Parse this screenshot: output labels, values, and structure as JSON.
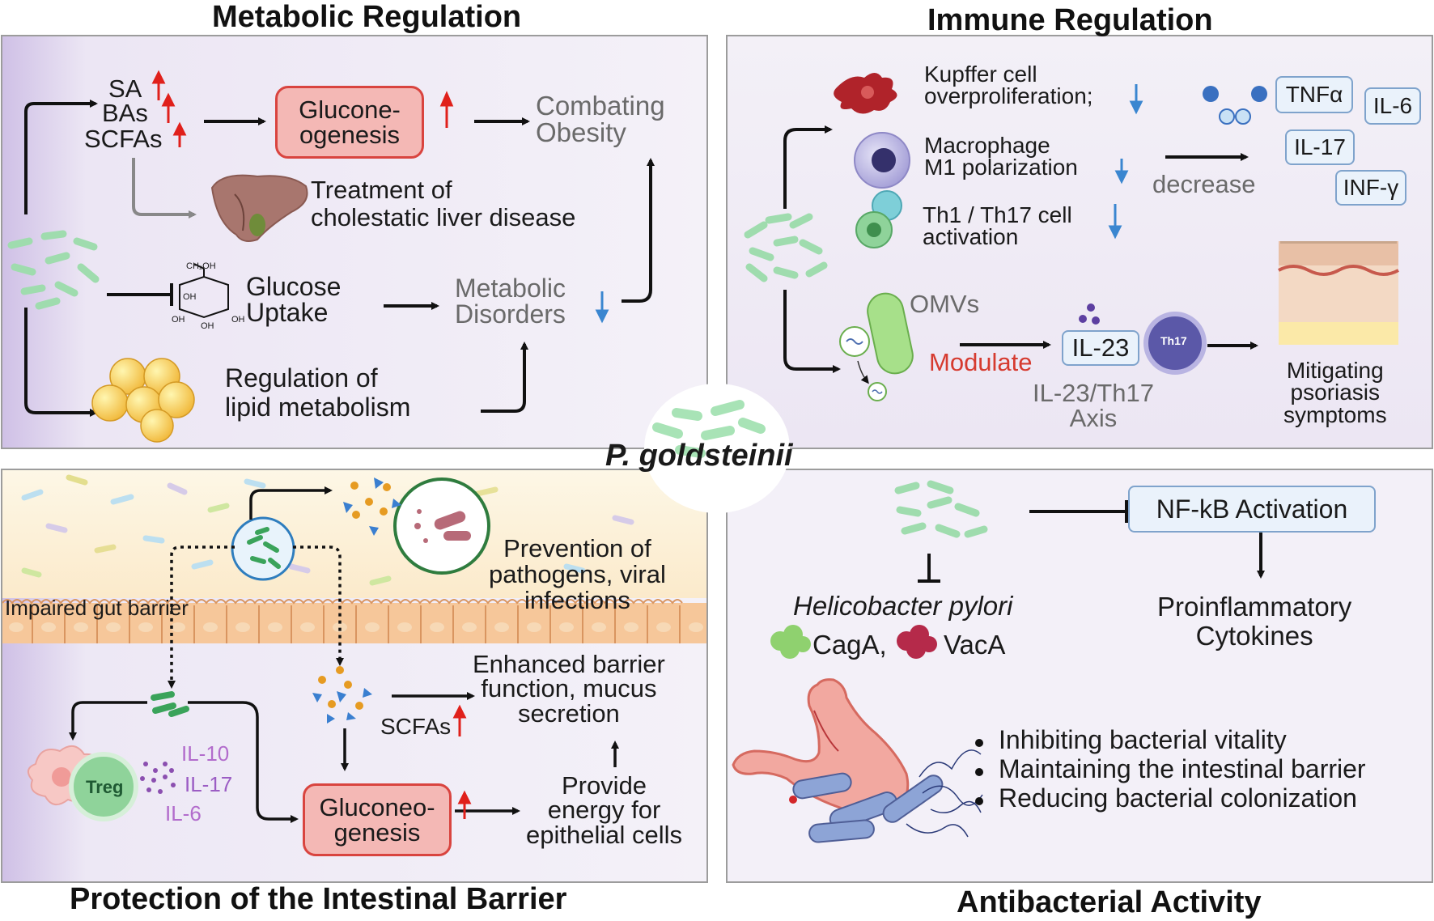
{
  "center_label": "P. goldsteinii",
  "metabolic": {
    "title": "Metabolic Regulation",
    "sa": "SA",
    "bas": "BAs",
    "scfas": "SCFAs",
    "gluconeogenesis": "Glucone-\nogenesis",
    "combating": "Combating\nObesity",
    "liver_text": "Treatment of\ncholestatic liver disease",
    "glucose_uptake": "Glucose\nUptake",
    "metabolic_disorders": "Metabolic\nDisorders",
    "lipid": "Regulation of\nlipid metabolism",
    "glucose_labels": {
      "ch2oh": "CH₂OH",
      "oh": "OH"
    }
  },
  "immune": {
    "title": "Immune Regulation",
    "kupffer": "Kupffer cell\noverproliferation;",
    "macrophage": "Macrophage\nM1 polarization",
    "th": "Th1 / Th17 cell\nactivation",
    "decrease": "decrease",
    "cytokines": [
      "TNFα",
      "IL-6",
      "IL-17",
      "INF-γ"
    ],
    "omvs": "OMVs",
    "modulate": "Modulate",
    "il23": "IL-23",
    "th17": "Th17",
    "axis": "IL-23/Th17\nAxis",
    "psoriasis": "Mitigating\npsoriasis\nsymptoms"
  },
  "barrier": {
    "title": "Protection of the Intestinal Barrier",
    "impaired": "Impaired gut barrier",
    "prevention": "Prevention of\npathogens, viral\ninfections",
    "enhanced": "Enhanced barrier\nfunction, mucus\nsecretion",
    "scfas": "SCFAs",
    "il10": "IL-10",
    "il17": "IL-17",
    "il6": "IL-6",
    "treg": "Treg",
    "gluconeogenesis": "Gluconeo-\ngenesis",
    "energy": "Provide\nenergy for\nepithelial cells"
  },
  "antibacterial": {
    "title": "Antibacterial Activity",
    "nfkb": "NF-kB Activation",
    "proinflammatory": "Proinflammatory\nCytokines",
    "hpylori": "Helicobacter pylori",
    "caga": "CagA,",
    "vaca": "VacA",
    "bullets": [
      "Inhibiting bacterial vitality",
      "Maintaining the intestinal barrier",
      "Reducing bacterial colonization"
    ]
  },
  "colors": {
    "red_arrow": "#e0201b",
    "blue_arrow": "#3a86d0",
    "box_red_fill": "#f4b8b5",
    "box_blue_fill": "#eaf2fb",
    "modulate": "#d63a2f"
  }
}
